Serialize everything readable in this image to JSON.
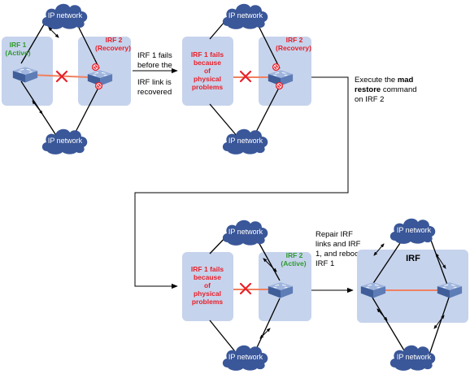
{
  "clouds": {
    "label": "IP network"
  },
  "stage1": {
    "irf1_name": "IRF 1",
    "irf1_state": "(Active)",
    "irf2_name": "IRF 2",
    "irf2_state": "(Recovery)"
  },
  "transition1": {
    "lines": [
      "IRF 1 fails",
      "before the",
      "IRF link is",
      "recovered"
    ]
  },
  "stage2": {
    "failed_lines": [
      "IRF 1 fails",
      "because",
      "of",
      "physical",
      "problems"
    ],
    "irf2_name": "IRF 2",
    "irf2_state": "(Recovery)"
  },
  "transition2": {
    "line1_prefix": "Execute the ",
    "line1_bold": "mad",
    "line2_bold": "restore",
    "line2_suffix": " command",
    "line3": "on IRF 2"
  },
  "stage3": {
    "failed_lines": [
      "IRF 1 fails",
      "because",
      "of",
      "physical",
      "problems"
    ],
    "irf2_name": "IRF 2",
    "irf2_state": "(Active)"
  },
  "transition3": {
    "lines": [
      "Repair IRF",
      "links and IRF",
      "1, and reboot",
      "IRF 1"
    ]
  },
  "stage4": {
    "label": "IRF"
  },
  "colors": {
    "panel": "#c6d3ec",
    "cloud": "#3a5799",
    "irf_link": "#f08060",
    "failure_mark": "#e8202a",
    "active_text": "#2f9a2f",
    "recovery_text": "#e8202a"
  },
  "icons": [
    "cloud-icon",
    "switch-icon",
    "failure-cross-icon",
    "blocked-port-icon",
    "double-arrow-icon"
  ]
}
